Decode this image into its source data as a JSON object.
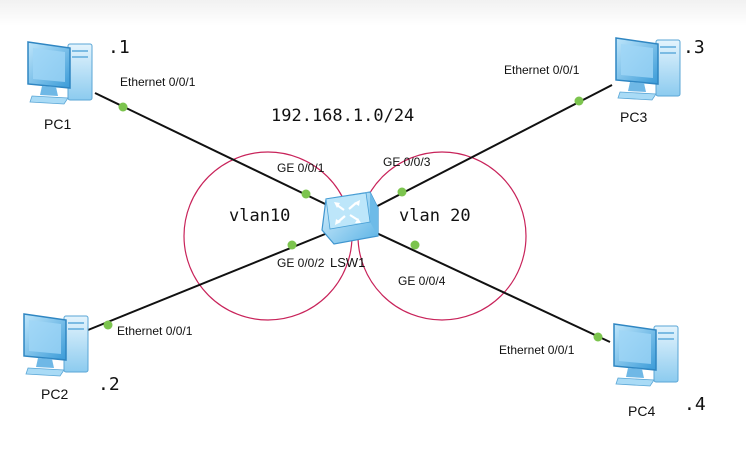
{
  "network": "192.168.1.0/24",
  "switch": {
    "name": "LSW1",
    "icon": "l3-switch-icon"
  },
  "vlans": [
    {
      "label": "vlan10"
    },
    {
      "label": "vlan 20"
    }
  ],
  "hosts": [
    {
      "name": "PC1",
      "suffix": ".1",
      "port": "Ethernet 0/0/1",
      "switch_port": "GE 0/0/1"
    },
    {
      "name": "PC2",
      "suffix": ".2",
      "port": "Ethernet 0/0/1",
      "switch_port": "GE 0/0/2"
    },
    {
      "name": "PC3",
      "suffix": ".3",
      "port": "Ethernet 0/0/1",
      "switch_port": "GE 0/0/3"
    },
    {
      "name": "PC4",
      "suffix": ".4",
      "port": "Ethernet 0/0/1",
      "switch_port": "GE 0/0/4"
    }
  ],
  "colors": {
    "link": "#111111",
    "port_dot": "#7cc44e",
    "vlan_ring": "#c8235a",
    "pc": "#4aa8e0"
  }
}
